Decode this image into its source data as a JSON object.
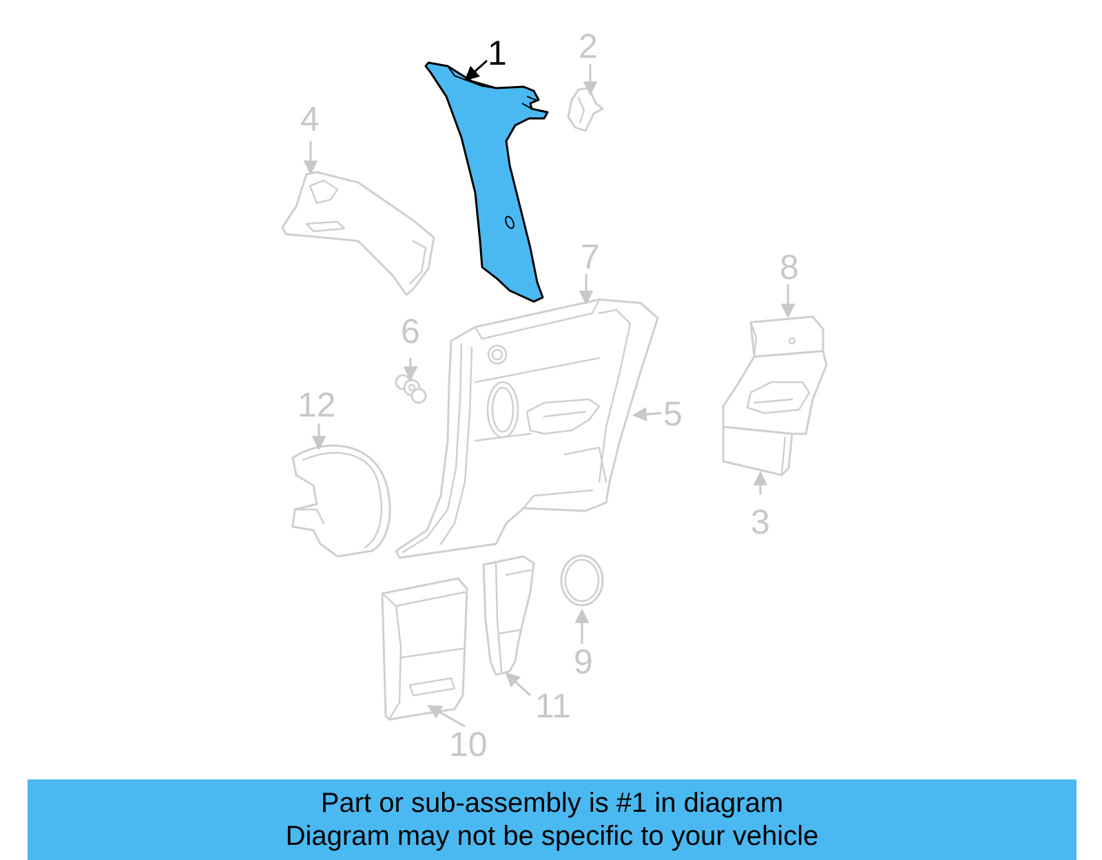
{
  "diagram": {
    "highlight_color": "#4bb9f1",
    "highlighted_part": "1",
    "callouts": [
      {
        "id": "c1",
        "label": "1"
      },
      {
        "id": "c2",
        "label": "2"
      },
      {
        "id": "c3",
        "label": "3"
      },
      {
        "id": "c4",
        "label": "4"
      },
      {
        "id": "c5",
        "label": "5"
      },
      {
        "id": "c6",
        "label": "6"
      },
      {
        "id": "c7",
        "label": "7"
      },
      {
        "id": "c8",
        "label": "8"
      },
      {
        "id": "c9",
        "label": "9"
      },
      {
        "id": "c10",
        "label": "10"
      },
      {
        "id": "c11",
        "label": "11"
      },
      {
        "id": "c12",
        "label": "12"
      }
    ]
  },
  "banner": {
    "line1": "Part or sub-assembly is #1 in diagram",
    "line2": "Diagram may not be specific to your vehicle",
    "background": "#4bb9f1"
  }
}
